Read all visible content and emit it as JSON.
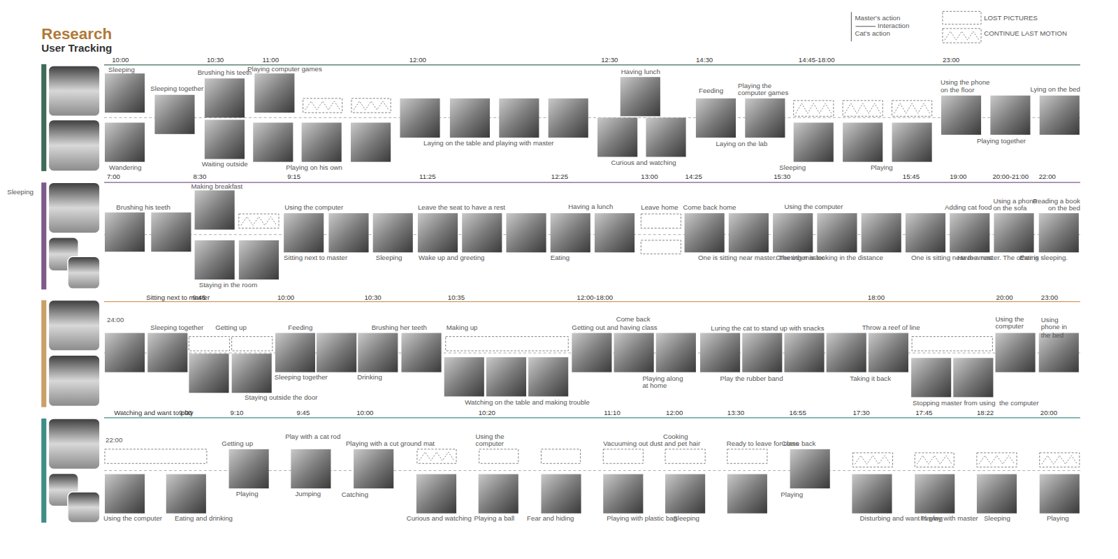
{
  "diagram": {
    "title": "Research",
    "labels": [
      "User Tracking",
      "10:00",
      "10:30",
      "11:00",
      "12:00",
      "12:30",
      "14:30",
      "14:45-18:00",
      "23:00",
      "Sleeping",
      "Sleeping together",
      "Brushing his teeth",
      "Playing computer games",
      "Having lunch",
      "Feeding",
      "Playing the computer games",
      "Using the phone on the floor",
      "Lying on the bed",
      "Wandering",
      "Waiting outside",
      "Playing on his own",
      "Laying on the table and playing with master",
      "Curious and watching",
      "Laying on the lab",
      "Sleeping",
      "Playing",
      "Playing together",
      "7:00",
      "8:30",
      "9:15",
      "11:25",
      "12:25",
      "13:00",
      "14:25",
      "15:30",
      "15:45",
      "19:00",
      "20:00-21:00",
      "22:00",
      "Brushing his teeth",
      "Making breakfast",
      "Using the computer",
      "Leave the seat to have a rest",
      "Having a lunch",
      "Leave home",
      "Come back home",
      "Using the computer",
      "Adding cat food",
      "Using a phone on the sofa",
      "Reading a book on the bed",
      "Sitting next to master",
      "Staying in the room",
      "Sleeping",
      "Wake up and greeting",
      "Eating",
      "One is sitting near master. The other is looking in the distance",
      "Greeting master",
      "One is sitting near the master. The other is sleeping.",
      "Have a rest",
      "Eating",
      "Sitting next to master",
      "9:45",
      "10:00",
      "10:30",
      "10:35",
      "12:00-18:00",
      "18:00",
      "20:00",
      "23:00",
      "24:00",
      "Sleeping together",
      "Getting up",
      "Feeding",
      "Brushing her teeth",
      "Making up",
      "Getting out and having class",
      "Come back",
      "Luring the cat to stand up with snacks",
      "Throw a reef of line",
      "Using the computer",
      "Using phone in the bed",
      "Sleeping together",
      "Staying outside the door",
      "Drinking",
      "Watching on the table and making trouble",
      "Playing along at home",
      "Play the rubber band",
      "Taking it back",
      "Stopping master from using  the computer",
      "Watching and want to play",
      "9:00",
      "9:10",
      "9:45",
      "10:00",
      "10:20",
      "11:10",
      "12:00",
      "13:30",
      "16:55",
      "17:30",
      "17:45",
      "18:22",
      "20:00",
      "22:00",
      "Getting up",
      "Play with a cat rod",
      "Playing with a cut ground mat",
      "Using the computer",
      "Vacuuming out dust and pet hair",
      "Cooking",
      "Ready to leave for class",
      "Come back",
      "Using the computer",
      "Eating and drinking",
      "Playing",
      "Jumping",
      "Catching",
      "Curious and watching",
      "Playing a ball",
      "Fear and hiding",
      "Playing with plastic bag",
      "Sleeping",
      "Playing",
      "Disturbing and want to play with master",
      "Playing",
      "Sleeping",
      "Playing",
      "Sleeping"
    ],
    "legend": [
      {
        "text": "Master's action"
      },
      {
        "text": "Interaction"
      },
      {
        "text": "Cat's action"
      },
      {
        "text": "LOST PICTURES"
      },
      {
        "text": "CONTINUE LAST MOTION"
      }
    ]
  }
}
